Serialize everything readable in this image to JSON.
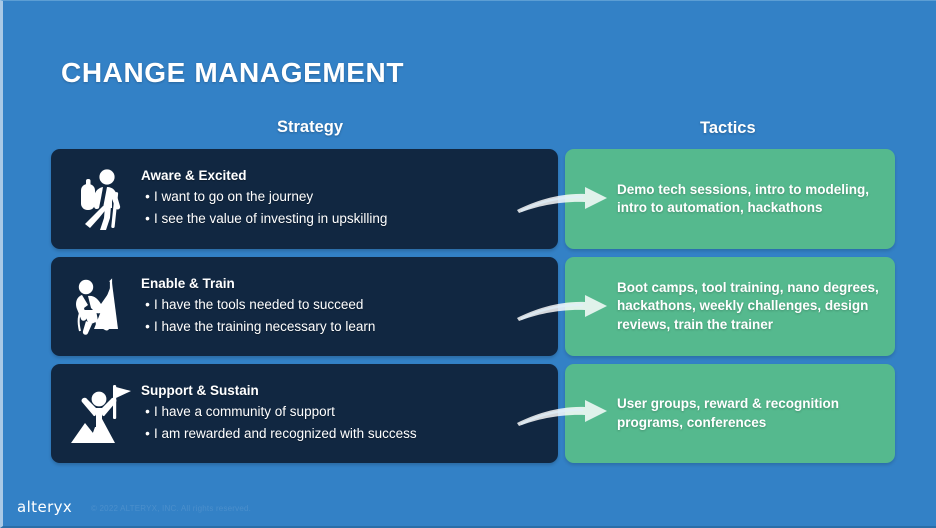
{
  "slide": {
    "title": "CHANGE MANAGEMENT",
    "background_color": "#3381c6",
    "card_color": "#112741",
    "tactic_color": "#55b98e"
  },
  "columns": {
    "strategy_label": "Strategy",
    "tactics_label": "Tactics"
  },
  "rows": [
    {
      "icon": "hiker-with-backpack-icon",
      "heading": "Aware & Excited",
      "bullets": [
        "I want to go on the journey",
        "I see the value of investing in upskilling"
      ],
      "arrow": "curved-arrow-icon",
      "tactics": "Demo tech sessions, intro to modeling, intro to automation, hackathons"
    },
    {
      "icon": "rock-climber-icon",
      "heading": "Enable & Train",
      "bullets": [
        "I have the tools needed to succeed",
        "I have the training necessary to learn"
      ],
      "arrow": "curved-arrow-icon",
      "tactics": "Boot camps, tool training, nano degrees, hackathons, weekly challenges, design reviews, train the trainer"
    },
    {
      "icon": "summit-flag-icon",
      "heading": "Support & Sustain",
      "bullets": [
        "I have a community of support",
        "I am rewarded and recognized with success"
      ],
      "arrow": "curved-arrow-icon",
      "tactics": "User groups, reward & recognition programs, conferences"
    }
  ],
  "footer": {
    "logo": "alteryx",
    "copyright": "© 2022 ALTERYX, INC. All rights reserved."
  }
}
